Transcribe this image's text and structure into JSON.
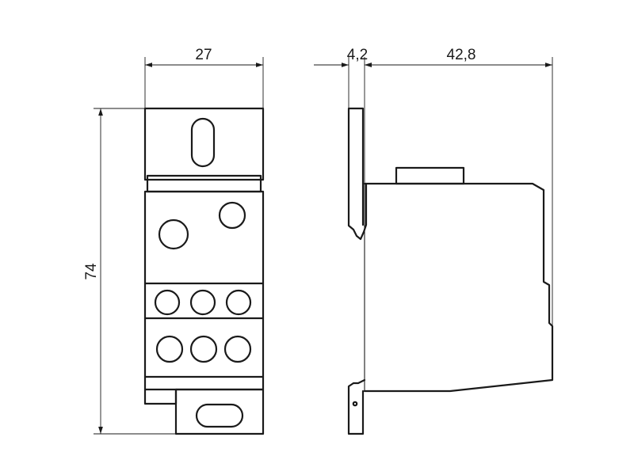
{
  "dimensions": {
    "front_width": "27",
    "height": "74",
    "rail_offset": "4,2",
    "side_depth": "42,8"
  },
  "colors": {
    "line": "#1a1a1a",
    "background": "#ffffff"
  }
}
